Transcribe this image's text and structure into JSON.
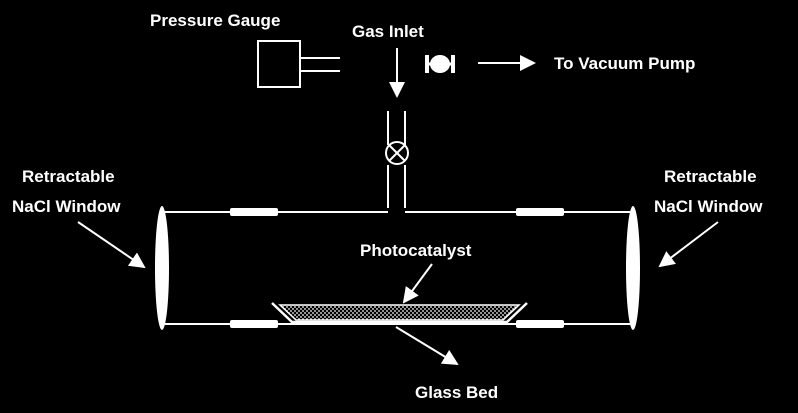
{
  "labels": {
    "pressure_gauge": "Pressure Gauge",
    "gas_inlet": "Gas Inlet",
    "to_vacuum_pump": "To Vacuum Pump",
    "left_window_line1": "Retractable",
    "left_window_line2": "NaCl Window",
    "right_window_line1": "Retractable",
    "right_window_line2": "NaCl Window",
    "photocatalyst": "Photocatalyst",
    "glass_bed": "Glass Bed"
  },
  "colors": {
    "background": "#000000",
    "foreground": "#ffffff"
  }
}
